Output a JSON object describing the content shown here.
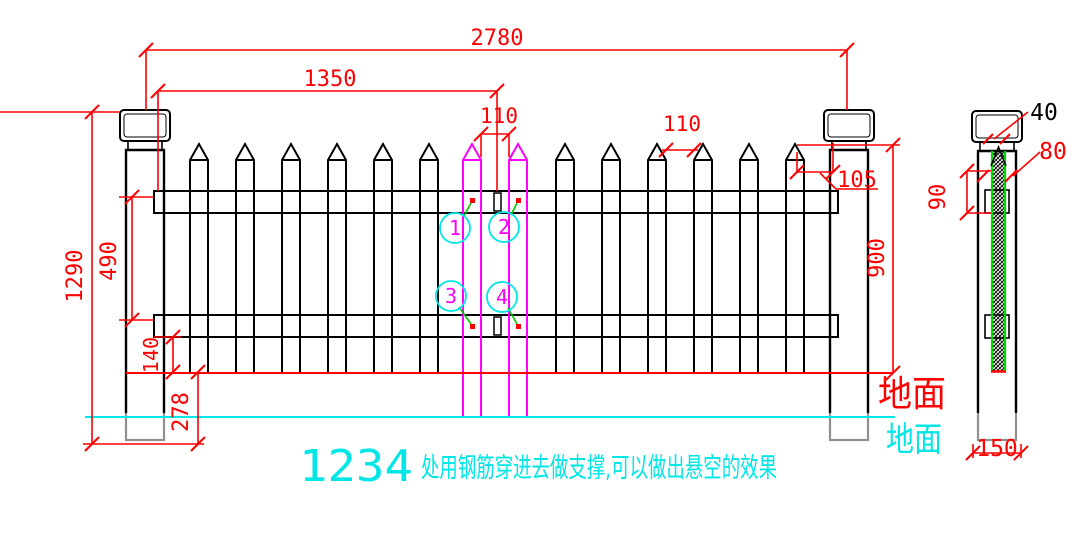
{
  "drawing": {
    "front_view": {
      "dim_total_width": "2780",
      "dim_half_width": "1350",
      "dim_rebar_gap": "110",
      "dim_picket_gap": "110",
      "dim_end_gap": "105",
      "dim_height_above_ground": "900",
      "dim_post_total_height": "1290",
      "dim_rail_spacing": "490",
      "dim_bottom_clearance": "140",
      "dim_buried_depth": "278",
      "ground_label_red": "地面",
      "ground_label_cyan": "地面",
      "callouts": [
        "1",
        "2",
        "3",
        "4"
      ]
    },
    "side_view": {
      "dim_picket_thickness": "40",
      "dim_core_width": "80",
      "dim_rail_height": "90",
      "dim_post_width": "150"
    },
    "note": {
      "prefix": "1234",
      "text": "处用钢筋穿进去做支撑,可以做出悬空的效果"
    },
    "colors": {
      "dimension_red": "#ff0000",
      "rebar_magenta": "#ff00ff",
      "annotation_cyan": "#00e6e6",
      "leader_green": "#00c800",
      "strip_green": "#00d800",
      "line_black": "#000000",
      "buried_gray": "#909090"
    }
  }
}
